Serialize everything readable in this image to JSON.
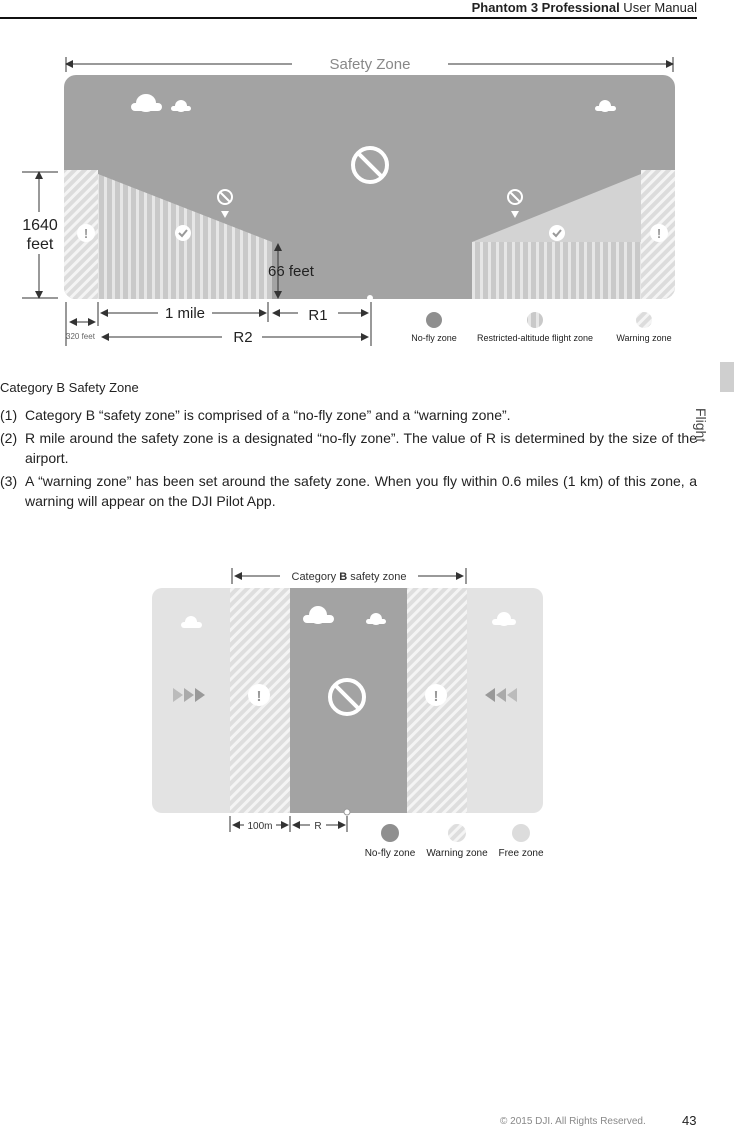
{
  "header": {
    "title_bold": "Phantom 3 Professional",
    "title_rest": " User Manual"
  },
  "side_tab": {
    "label": "Flight"
  },
  "figure1": {
    "safety_zone_label": "Safety Zone",
    "height_label_line1": "1640",
    "height_label_line2": "feet",
    "altitude_label": "66 feet",
    "distance_1mile": "1 mile",
    "r1_label": "R1",
    "r2_label": "R2",
    "small_label_320": "320 feet",
    "legend": [
      {
        "label": "No-fly zone"
      },
      {
        "label": "Restricted-altitude flight zone"
      },
      {
        "label": "Warning zone"
      }
    ]
  },
  "section": {
    "heading": "Category B Safety Zone",
    "items": [
      {
        "num": "(1)",
        "text": "Category B “safety zone” is comprised of a “no-fly zone” and a “warning zone”."
      },
      {
        "num": "(2)",
        "text": "R mile around the safety zone is a designated “no-fly zone”. The value of R is determined by the size of the airport."
      },
      {
        "num": "(3)",
        "text": "A “warning zone” has been set around the safety zone. When you fly within 0.6 miles (1 km) of this zone, a warning will appear on the DJI Pilot App."
      }
    ]
  },
  "figure2": {
    "title_prefix": "Category ",
    "title_bold": "B",
    "title_suffix": " safety zone",
    "label_100m": "100m",
    "label_r": "R",
    "legend": [
      {
        "label": "No-fly zone"
      },
      {
        "label": "Warning zone"
      },
      {
        "label": "Free zone"
      }
    ]
  },
  "footer": {
    "copyright": "© 2015 DJI. All Rights Reserved.",
    "page": "43"
  }
}
